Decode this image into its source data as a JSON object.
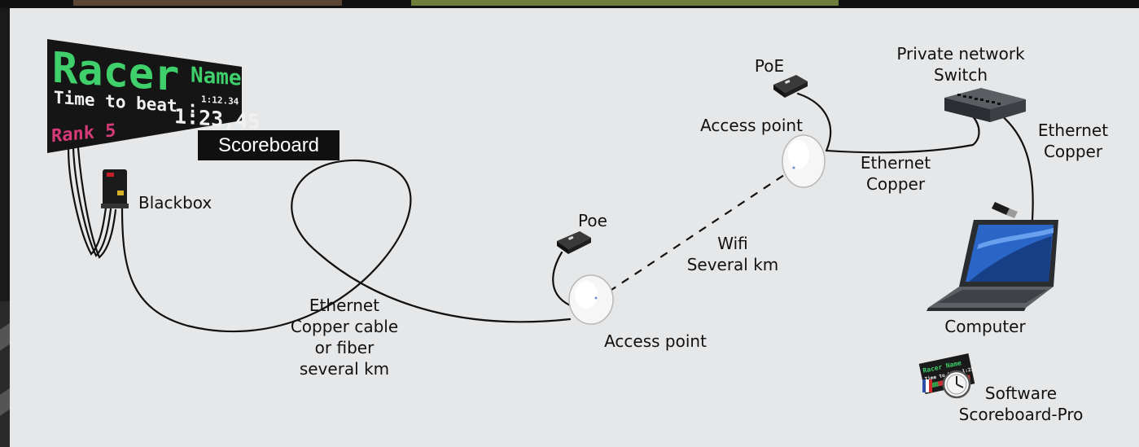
{
  "scoreboard": {
    "racer": "Racer",
    "name": "Name",
    "time_to_beat": "Time to beat :",
    "best_time": "1:12.34",
    "current_time": "1:23,45",
    "rank": "Rank 5",
    "caption": "Scoreboard"
  },
  "labels": {
    "blackbox": "Blackbox",
    "poe_left": "Poe",
    "poe_right": "PoE",
    "access_point_left": "Access point",
    "access_point_right": "Access point",
    "ethernet_copper_middle": "Ethernet\nCopper",
    "ethernet_copper_right": "Ethernet\nCopper",
    "switch": "Private network\nSwitch",
    "wifi": "Wifi\nSeveral km",
    "ethernet_long": "Ethernet\nCopper cable\nor fiber\nseveral km",
    "computer": "Computer",
    "software": "Software\nScoreboard-Pro"
  },
  "software_icon": {
    "mini_name": "Racer Name",
    "mini_time": "Time to beat 1:23"
  },
  "colors": {
    "background": "#e6e7e8",
    "scoreboard_green": "#3fcf6b",
    "scoreboard_pink": "#d63a77",
    "scoreboard_white": "#f0f0f0",
    "device_black": "#1b1b1b",
    "cable": "#111111"
  }
}
